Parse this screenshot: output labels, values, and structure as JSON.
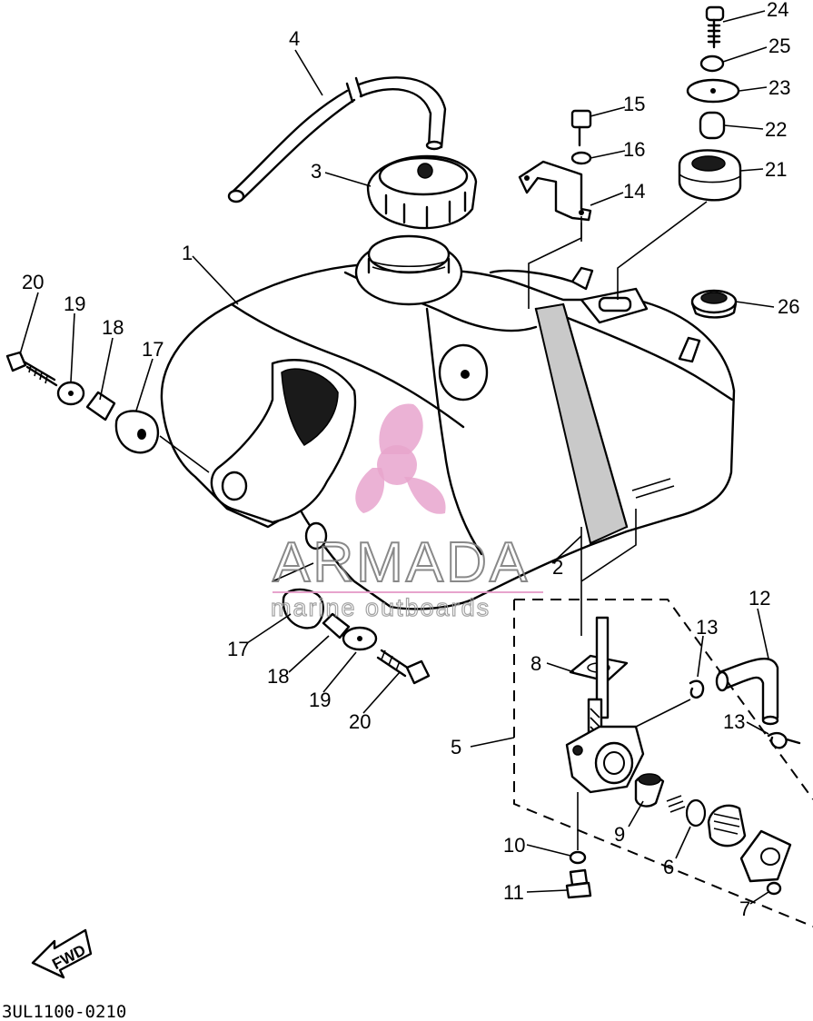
{
  "diagram_code": "3UL1100-0210",
  "fwd_label": "FWD",
  "watermark": {
    "brand": "ARMADA",
    "tagline": "marine outboards",
    "color": "#e59bc8"
  },
  "callouts": {
    "c1": "1",
    "c2": "2",
    "c3": "3",
    "c4": "4",
    "c5": "5",
    "c6": "6",
    "c7": "7",
    "c8": "8",
    "c9": "9",
    "c10": "10",
    "c11": "11",
    "c12": "12",
    "c13a": "13",
    "c13b": "13",
    "c14": "14",
    "c15": "15",
    "c16": "16",
    "c17a": "17",
    "c17b": "17",
    "c18a": "18",
    "c18b": "18",
    "c19a": "19",
    "c19b": "19",
    "c20a": "20",
    "c20b": "20",
    "c21": "21",
    "c22": "22",
    "c23": "23",
    "c24": "24",
    "c25": "25",
    "c26": "26"
  }
}
